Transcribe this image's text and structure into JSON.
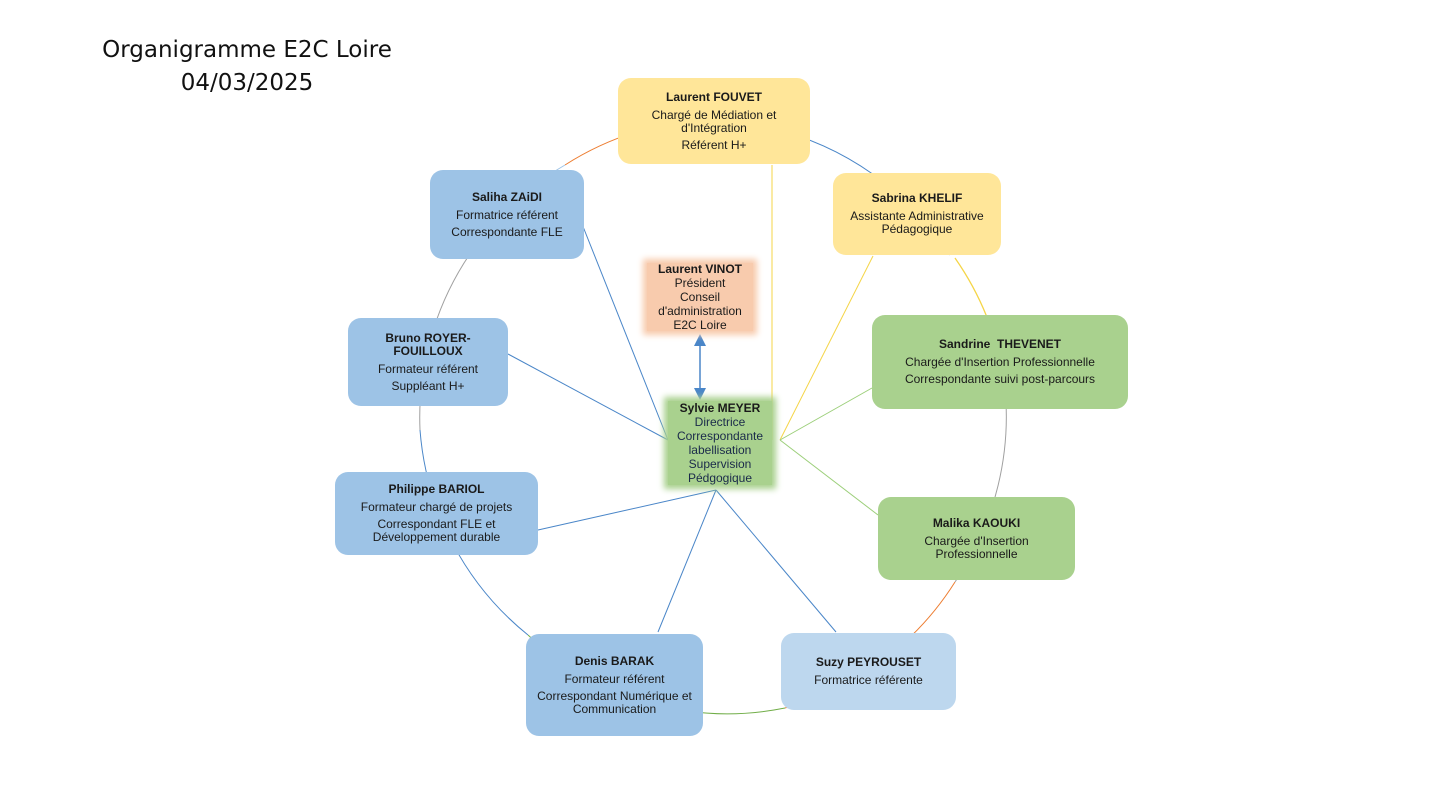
{
  "title": {
    "line1": "Organigramme E2C Loire",
    "line2": "04/03/2025"
  },
  "colors": {
    "blue": "#9dc3e6",
    "light_blue": "#bdd7ee",
    "yellow": "#ffe699",
    "green": "#a9d18e",
    "salmon": "#f8cbad",
    "link_blue": "#4a86c8",
    "link_yellow": "#f5d547",
    "link_green": "#9ccf7a",
    "link_orange": "#ed7d31"
  },
  "nodes": {
    "fouvet": {
      "name": "Laurent FOUVET",
      "lines": [
        "Chargé de Médiation et d'Intégration",
        "Référent H+"
      ]
    },
    "khelif": {
      "name": "Sabrina KHELIF",
      "lines": [
        "Assistante Administrative Pédagogique"
      ]
    },
    "thevenet": {
      "name": "Sandrine  THEVENET",
      "lines": [
        "Chargée d'Insertion Professionnelle",
        "Correspondante suivi post-parcours"
      ]
    },
    "kaouki": {
      "name": "Malika KAOUKI",
      "lines": [
        "Chargée d'Insertion Professionnelle"
      ]
    },
    "peyrouset": {
      "name": "Suzy PEYROUSET",
      "lines": [
        "Formatrice référente"
      ]
    },
    "barak": {
      "name": "Denis BARAK",
      "lines": [
        "Formateur référent",
        "Correspondant Numérique et Communication"
      ]
    },
    "bariol": {
      "name": "Philippe BARIOL",
      "lines": [
        "Formateur chargé de projets",
        "Correspondant FLE et Développement durable"
      ]
    },
    "royer": {
      "name": "Bruno ROYER-FOUILLOUX",
      "lines": [
        "Formateur référent",
        "Suppléant H+"
      ]
    },
    "zaidi": {
      "name": "Saliha ZAiDI",
      "lines": [
        "Formatrice référent",
        "Correspondante FLE"
      ]
    },
    "vinot": {
      "name": "Laurent VINOT",
      "lines": [
        "Président",
        "Conseil",
        "d'administration",
        "E2C Loire"
      ]
    },
    "meyer": {
      "name": "Sylvie MEYER",
      "lines": [
        "Directrice",
        "Correspondante",
        "labellisation",
        "Supervision",
        "Pédgogique"
      ]
    }
  }
}
